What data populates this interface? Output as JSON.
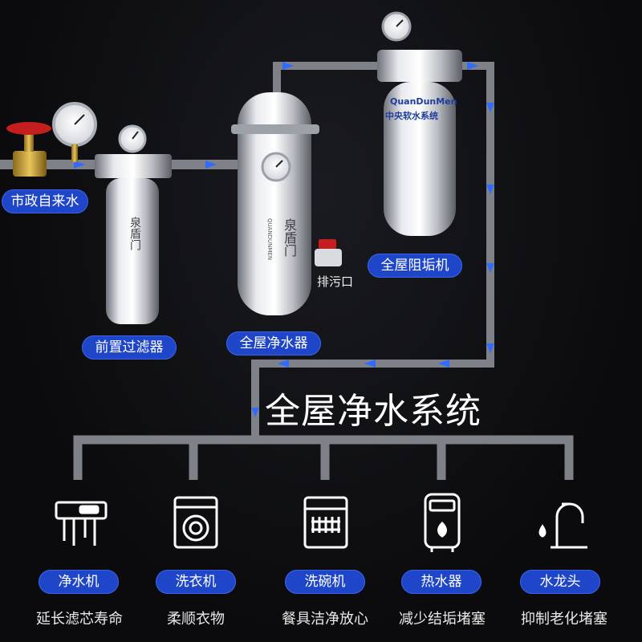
{
  "labels": {
    "municipal_water": "市政自来水",
    "pre_filter": "前置过滤器",
    "whole_house_purifier": "全屋净水器",
    "whole_house_scale_inhibitor": "全屋阻垢机",
    "drain_outlet": "排污口"
  },
  "title": "全屋净水系统",
  "outputs": [
    {
      "name": "净水机",
      "desc": "延长滤芯寿命",
      "icon": "water-purifier-icon"
    },
    {
      "name": "洗衣机",
      "desc": "柔顺衣物",
      "icon": "washing-machine-icon"
    },
    {
      "name": "洗碗机",
      "desc": "餐具洁净放心",
      "icon": "dishwasher-icon"
    },
    {
      "name": "热水器",
      "desc": "减少结垢堵塞",
      "icon": "water-heater-icon"
    },
    {
      "name": "水龙头",
      "desc": "抑制老化堵塞",
      "icon": "faucet-icon"
    }
  ],
  "device_text": {
    "pre_filter_brand": "泉盾门",
    "purifier_brand": "泉盾门",
    "purifier_sub": "QUANDUNMEN",
    "scale_brand": "QuanDunMen",
    "scale_sub": "中央软水系统"
  },
  "colors": {
    "pill": "#1f46c8",
    "pipe": "#8a8d94",
    "arrow": "#2f6bff",
    "bg": "#0b0b0d"
  }
}
